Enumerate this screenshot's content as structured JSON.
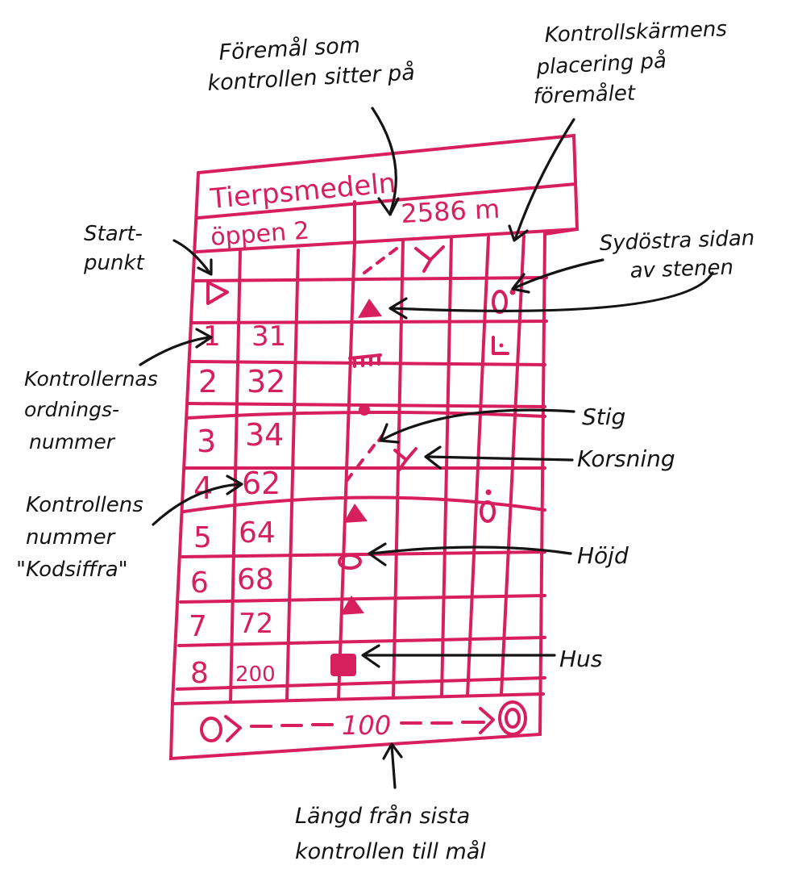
{
  "colors": {
    "sheet_ink": "#d81f5e",
    "annotation_ink": "#141414",
    "background": "#ffffff"
  },
  "sheet": {
    "title": "Tierpsmedeln",
    "class_name": "öppen 2",
    "length": "2586 m",
    "start_symbol": "triangle-outline-icon",
    "header_symbols": {
      "feature": "dashed-path-icon",
      "detail": "y-junction-icon",
      "position": "dot-top-right-icon"
    },
    "controls": [
      {
        "order": "1",
        "code": "31",
        "feature": "filled-triangle-icon",
        "detail": "",
        "position": "l-corner-icon"
      },
      {
        "order": "2",
        "code": "32",
        "feature": "cliff-icon",
        "detail": "",
        "position": ""
      },
      {
        "order": "3",
        "code": "34",
        "feature": "dot-icon",
        "detail": "",
        "position": ""
      },
      {
        "order": "4",
        "code": "62",
        "feature": "dashed-path-icon",
        "detail": "y-junction-icon",
        "position": ""
      },
      {
        "order": "5",
        "code": "64",
        "feature": "filled-triangle-icon",
        "detail": "",
        "position": "dot-top-icon"
      },
      {
        "order": "6",
        "code": "68",
        "feature": "ellipse-outline-icon",
        "detail": "",
        "position": ""
      },
      {
        "order": "7",
        "code": "72",
        "feature": "filled-triangle-icon",
        "detail": "",
        "position": ""
      },
      {
        "order": "8",
        "code": "200",
        "feature": "filled-square-icon",
        "detail": "",
        "position": ""
      }
    ],
    "finish": {
      "distance": "100",
      "start_symbol": "circle-icon",
      "finish_symbol": "double-circle-icon"
    }
  },
  "annotations": {
    "feature": [
      "Föremål som",
      "kontrollen sitter på"
    ],
    "position": [
      "Kontrollskärmens",
      "placering på",
      "föremålet"
    ],
    "start": [
      "Start-",
      "punkt"
    ],
    "southeast": [
      "Sydöstra sidan",
      "av stenen"
    ],
    "order": [
      "Kontrollernas",
      "ordnings-",
      "nummer"
    ],
    "path": [
      "Stig"
    ],
    "junction": [
      "Korsning"
    ],
    "code": [
      "Kontrollens",
      "nummer",
      "\"Kodsiffra\""
    ],
    "hill": [
      "Höjd"
    ],
    "house": [
      "Hus"
    ],
    "finish_length": [
      "Längd från sista",
      "kontrollen till mål"
    ]
  }
}
